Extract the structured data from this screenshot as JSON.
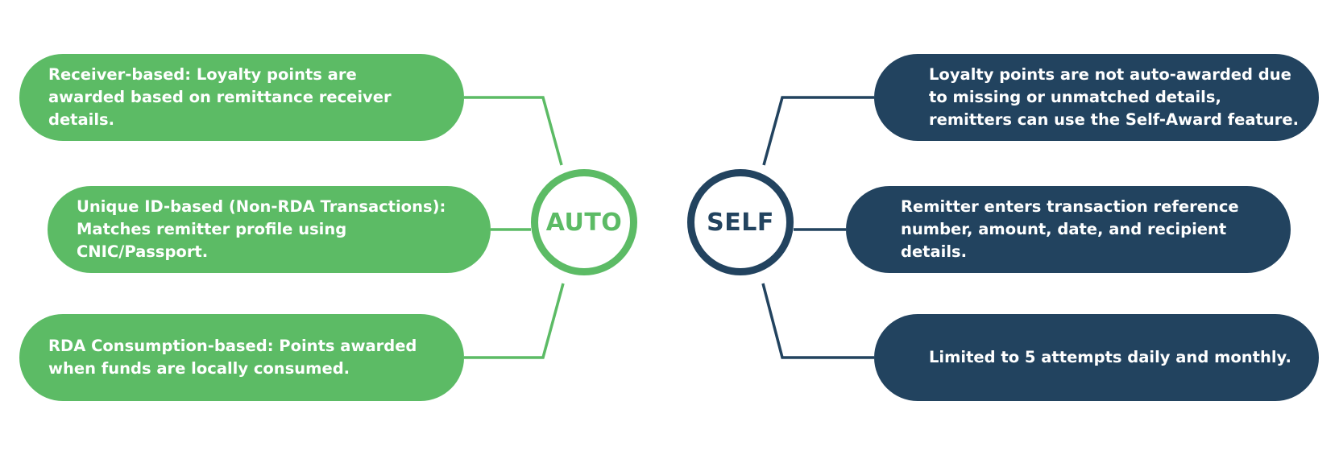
{
  "colors": {
    "auto": "#5cbb65",
    "self": "#22435f",
    "background": "#ffffff",
    "text_on_pill": "#ffffff"
  },
  "auto": {
    "label": "AUTO",
    "items": [
      {
        "text": "Receiver-based: Loyalty points are awarded based on remittance receiver details."
      },
      {
        "text": "Unique ID-based (Non-RDA Transactions): Matches remitter profile using CNIC/Passport."
      },
      {
        "text": "RDA Consumption-based: Points awarded when funds are locally consumed."
      }
    ]
  },
  "self": {
    "label": "SELF",
    "items": [
      {
        "text": "Loyalty points are not auto-awarded due to missing or unmatched details, remitters can use the Self-Award feature."
      },
      {
        "text": "Remitter enters transaction reference number, amount, date, and recipient details."
      },
      {
        "text": "Limited to 5 attempts daily and monthly."
      }
    ]
  }
}
